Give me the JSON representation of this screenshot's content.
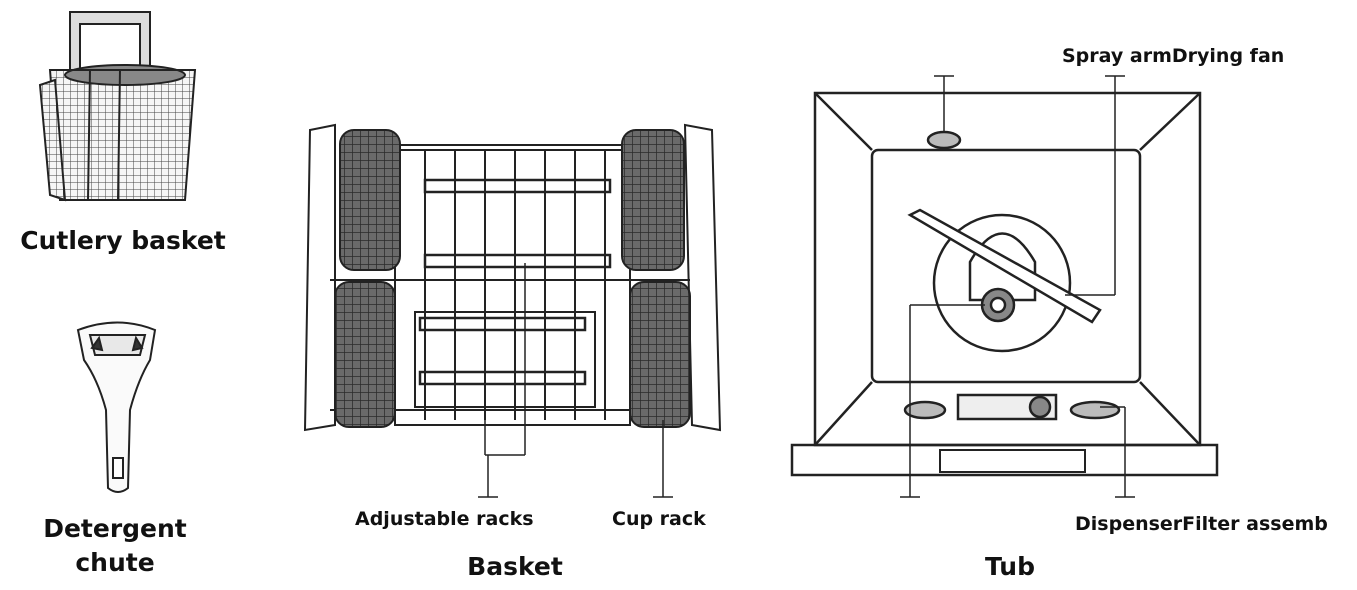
{
  "cutlery_basket": {
    "title": "Cutlery basket"
  },
  "detergent_chute": {
    "title_line1": "Detergent",
    "title_line2": "chute"
  },
  "basket": {
    "title": "Basket",
    "labels": {
      "adjustable_racks": "Adjustable racks",
      "cup_rack": "Cup rack"
    }
  },
  "tub": {
    "title": "Tub",
    "labels": {
      "spray_arm": "Spray arm",
      "drying_fan": "Drying fan",
      "dispenser": "Dispenser",
      "filter_assembly": "Filter assemb"
    }
  }
}
